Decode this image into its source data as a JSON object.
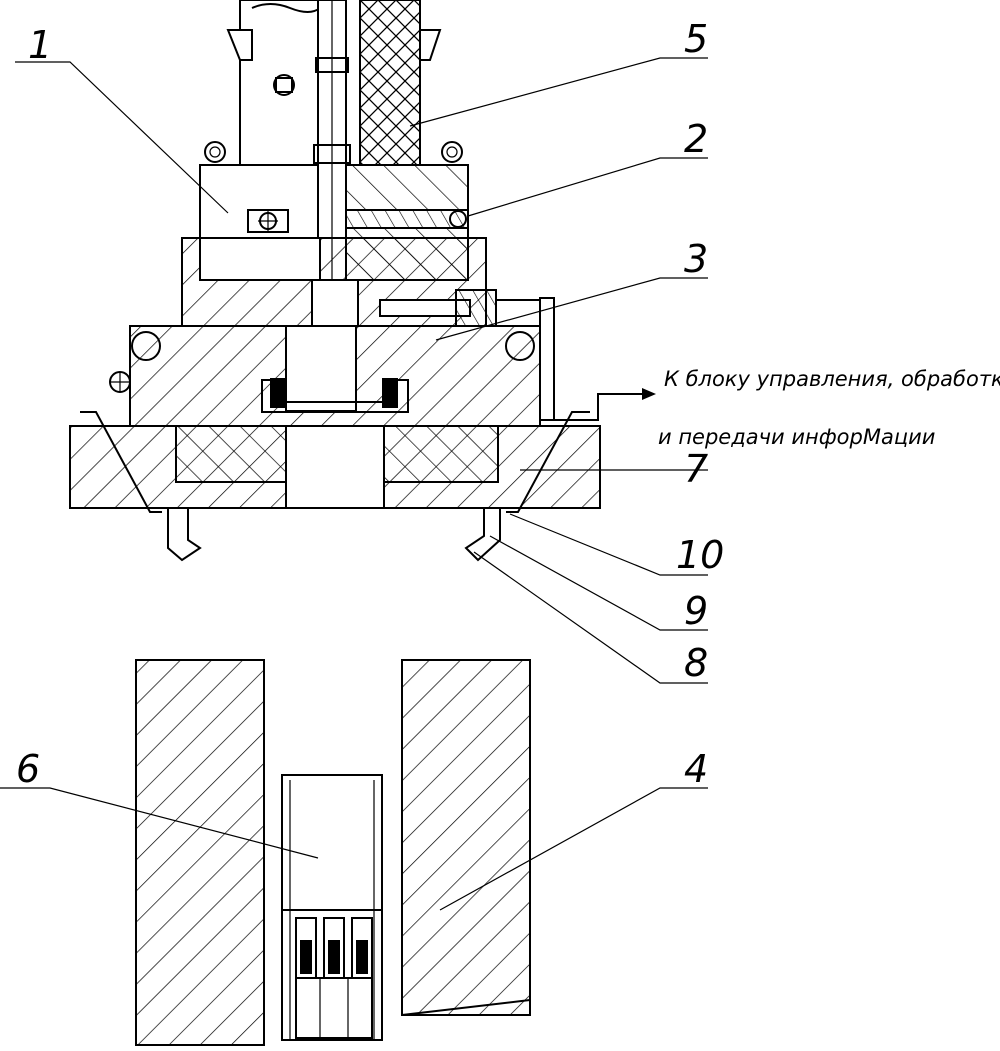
{
  "callouts": [
    {
      "id": "1",
      "label": "1"
    },
    {
      "id": "5",
      "label": "5"
    },
    {
      "id": "2",
      "label": "2"
    },
    {
      "id": "3",
      "label": "3"
    },
    {
      "id": "7",
      "label": "7"
    },
    {
      "id": "10",
      "label": "10"
    },
    {
      "id": "9",
      "label": "9"
    },
    {
      "id": "8",
      "label": "8"
    },
    {
      "id": "6",
      "label": "6"
    },
    {
      "id": "4",
      "label": "4"
    }
  ],
  "note": {
    "line1": "К блоку управления, обработки,",
    "line2": "и передачи инфорМации"
  },
  "colors": {
    "ink": "#000000",
    "paper": "#ffffff"
  }
}
